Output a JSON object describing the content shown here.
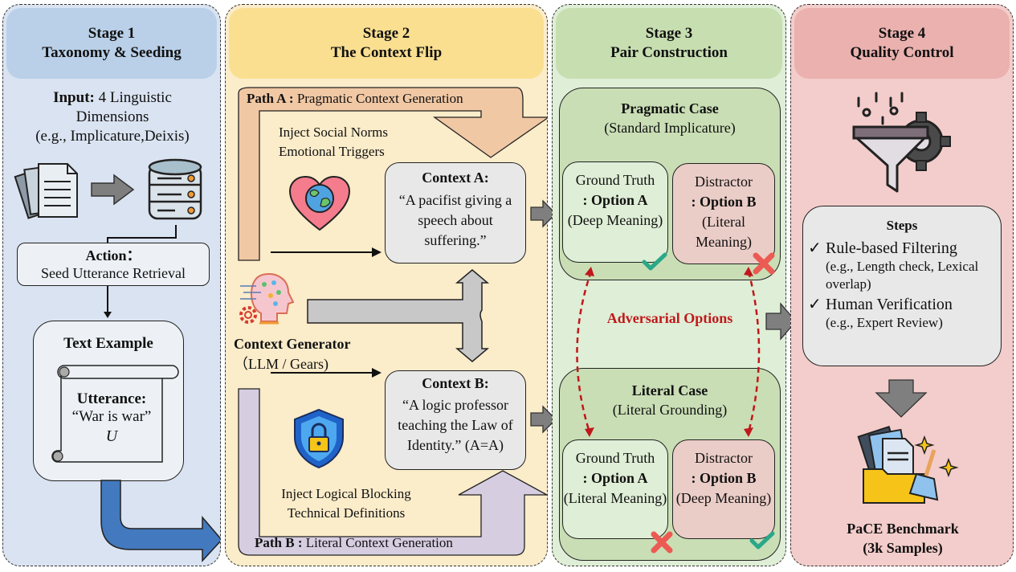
{
  "stages": [
    {
      "title": "Stage 1",
      "subtitle": "Taxonomy & Seeding",
      "color_bg": "#dae3f1",
      "color_head": "#b9d0e8",
      "input_label": "Input:",
      "input_text": " 4 Linguistic",
      "input_text2": "Dimensions",
      "input_text3": "(e.g., Implicature,Deixis)",
      "action_label": "Action：",
      "action_text": "Seed Utterance Retrieval",
      "example_title": "Text Example",
      "utterance_label": "Utterance:",
      "utterance_text": "“War is war”",
      "utterance_symbol": "U"
    },
    {
      "title": "Stage 2",
      "subtitle": "The Context Flip",
      "color_bg": "#fbecca",
      "color_head": "#fadf91",
      "path_a_label": "Path A :",
      "path_a_text": " Pragmatic Context Generation",
      "path_a_inject1": "Inject Social Norms",
      "path_a_inject2": "Emotional Triggers",
      "context_a_title": "Context A:",
      "context_a_text": "“A pacifist giving a speech about suffering.”",
      "generator_title": "Context Generator",
      "generator_sub": "（LLM / Gears)",
      "context_b_title": "Context B:",
      "context_b_text": "“A logic professor teaching the Law of Identity.” (A=A)",
      "path_b_inject1": "Inject Logical Blocking",
      "path_b_inject2": "Technical Definitions",
      "path_b_label": "Path B :",
      "path_b_text": " Literal Context Generation"
    },
    {
      "title": "Stage 3",
      "subtitle": "Pair Construction",
      "color_bg": "#dfeed6",
      "color_head": "#c7deb1",
      "pragmatic_title": "Pragmatic Case",
      "pragmatic_sub": "(Standard Implicature)",
      "literal_title": "Literal Case",
      "literal_sub": "(Literal Grounding)",
      "adversarial": "Adversarial Options",
      "prag_gt_label": "Ground Truth",
      "prag_gt_option": ": Option A",
      "prag_gt_meaning": "(Deep Meaning)",
      "prag_dis_label": "Distractor",
      "prag_dis_option": ": Option B",
      "prag_dis_meaning": "(Literal Meaning)",
      "lit_gt_label": "Ground Truth",
      "lit_gt_option": ": Option A",
      "lit_gt_meaning": "(Literal Meaning)",
      "lit_dis_label": "Distractor",
      "lit_dis_option": ": Option B",
      "lit_dis_meaning": "(Deep Meaning)"
    },
    {
      "title": "Stage 4",
      "subtitle": "Quality Control",
      "color_bg": "#f3cdcb",
      "color_head": "#eab1ae",
      "steps_title": "Steps",
      "step1": "Rule-based Filtering",
      "step1_detail": "(e.g., Length check, Lexical overlap)",
      "step2": "Human Verification",
      "step2_detail": "(e.g., Expert Review)",
      "check_glyph": "✓",
      "benchmark_title": "PaCE Benchmark",
      "benchmark_sub": "(3k Samples)"
    }
  ],
  "colors": {
    "adversarial_red": "#c0181b",
    "check_green": "#2aa889",
    "cross_red": "#ec5b53",
    "arrow_gray": "#7f7f7f",
    "flow_blue": "#4379be",
    "path_a": "#f1c8a4",
    "path_b": "#d6cde0"
  }
}
